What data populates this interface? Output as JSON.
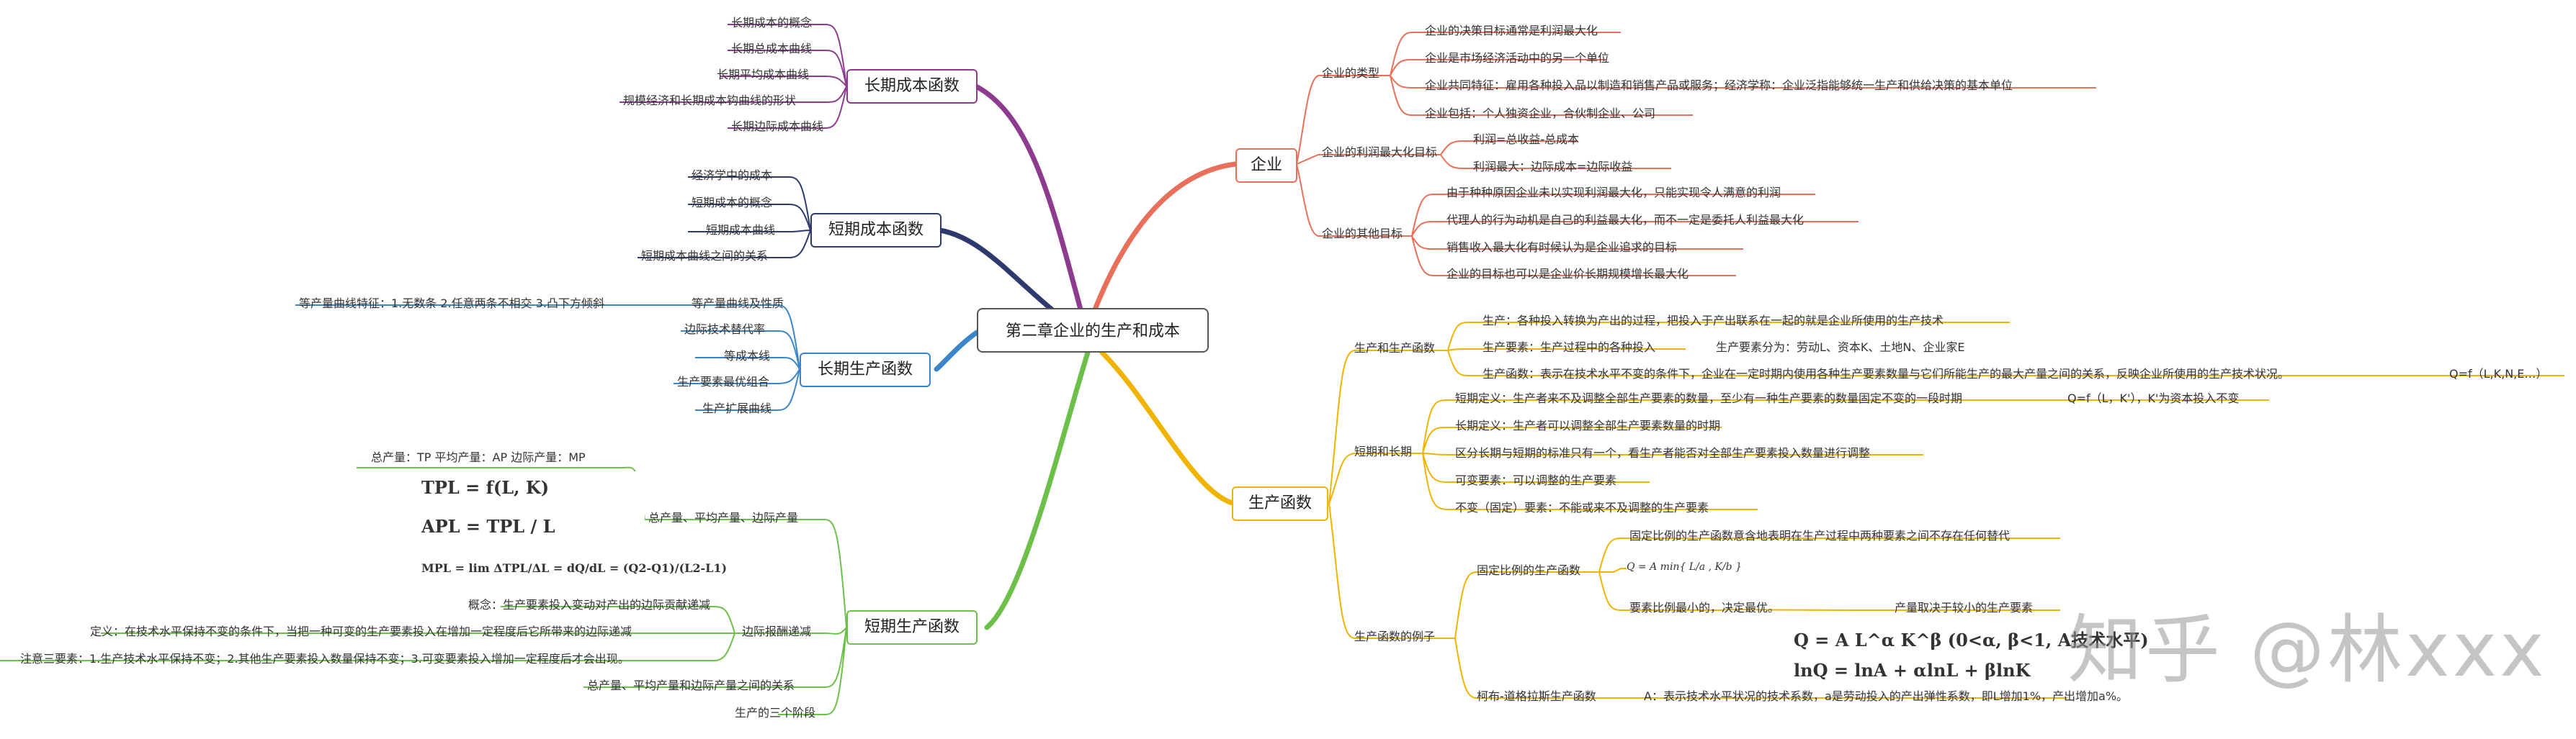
{
  "root": "第二章企业的生产和成本",
  "branches": {
    "firm": {
      "label": "企业",
      "color": "#e8705a",
      "sub1": {
        "label": "企业的类型",
        "items": [
          "企业的决策目标通常是利润最大化",
          "企业是市场经济活动中的另一个单位",
          "企业共同特征：雇用各种投入品以制造和销售产品或服务；经济学称：企业泛指能够统一生产和供给决策的基本单位",
          "企业包括：个人独资企业，合伙制企业、公司"
        ]
      },
      "sub2": {
        "label": "企业的利润最大化目标",
        "items": [
          "利润=总收益-总成本",
          "利润最大：边际成本=边际收益"
        ]
      },
      "sub3": {
        "label": "企业的其他目标",
        "items": [
          "由于种种原因企业未以实现利润最大化，只能实现令人满意的利润",
          "代理人的行为动机是自己的利益最大化，而不一定是委托人利益最大化",
          "销售收入最大化有时候认为是企业追求的目标",
          "企业的目标也可以是企业价长期规模增长最大化"
        ]
      }
    },
    "production": {
      "label": "生产函数",
      "color": "#f0b400",
      "sub1": {
        "label": "生产和生产函数",
        "items": [
          "生产：各种投入转换为产出的过程，把投入于产出联系在一起的就是企业所使用的生产技术",
          "生产要素：生产过程中的各种投入",
          "生产要素分为：劳动L、资本K、土地N、企业家E",
          "生产函数：表示在技术水平不变的条件下，企业在一定时期内使用各种生产要素数量与它们所能生产的最大产量之间的关系，反映企业所使用的生产技术状况。",
          "Q=f（L,K,N,E…）"
        ]
      },
      "sub2": {
        "label": "短期和长期",
        "items": [
          "短期定义：生产者来不及调整全部生产要素的数量，至少有一种生产要素的数量固定不变的一段时期",
          "Q=f（L，K'），K'为资本投入不变",
          "长期定义：生产者可以调整全部生产要素数量的时期",
          "区分长期与短期的标准只有一个，看生产者能否对全部生产要素投入数量进行调整",
          "可变要素：可以调整的生产要素",
          "不变（固定）要素：不能或来不及调整的生产要素"
        ]
      },
      "sub3": {
        "label": "生产函数的例子",
        "fixed": {
          "label": "固定比例的生产函数",
          "items": [
            "固定比例的生产函数意含地表明在生产过程中两种要素之间不存在任何替代",
            "要素比例最小的，决定最优。",
            "产量取决于较小的生产要素"
          ],
          "formula": "Q = A min{ L/a , K/b }"
        },
        "cobb": {
          "label": "柯布-道格拉斯生产函数",
          "items": [
            "A：表示技术水平状况的技术系数，a是劳动投入的产出弹性系数，即L增加1%，产出增加a%。"
          ],
          "formula1": "Q = A L^α K^β  (0<α, β<1, A技术水平)",
          "formula2": "lnQ = lnA + αlnL + βlnK"
        }
      }
    },
    "longcost": {
      "label": "长期成本函数",
      "color": "#8e3a8e",
      "items": [
        "长期成本的概念",
        "长期总成本曲线",
        "长期平均成本曲线",
        "规模经济和长期成本钩曲线的形状",
        "长期边际成本曲线"
      ]
    },
    "shortcost": {
      "label": "短期成本函数",
      "color": "#2e3a6e",
      "items": [
        "经济学中的成本",
        "短期成本的概念",
        "短期成本曲线",
        "短期成本曲线之间的关系"
      ]
    },
    "longprod": {
      "label": "长期生产函数",
      "color": "#3a86c8",
      "items": [
        "等产量曲线及性质",
        "等产量曲线特征：1.无数条 2.任意两条不相交 3.凸下方倾斜",
        "边际技术替代率",
        "等成本线",
        "生产要素最优组合",
        "生产扩展曲线"
      ]
    },
    "shortprod": {
      "label": "短期生产函数",
      "color": "#6cc04a",
      "sub1": {
        "label": "总产量、平均产量、边际产量",
        "items": [
          "总产量：TP  平均产量：AP  边际产量：MP"
        ],
        "formulas": [
          "TPL = f(L, K)",
          "APL = TPL / L",
          "MPL = lim ΔTPL/ΔL = dQ/dL = (Q2-Q1)/(L2-L1)"
        ]
      },
      "sub2": {
        "label": "边际报酬递减",
        "items": [
          "概念：生产要素投入变动对产出的边际贡献递减",
          "定义：在技术水平保持不变的条件下，当把一种可变的生产要素投入在增加一定程度后它所带来的边际递减",
          "注意三要素：1.生产技术水平保持不变；2.其他生产要素投入数量保持不变；3.可变要素投入增加一定程度后才会出现。"
        ]
      },
      "items": [
        "总产量、平均产量和边际产量之间的关系",
        "生产的三个阶段"
      ]
    }
  },
  "watermark": "知乎 @林xxx"
}
